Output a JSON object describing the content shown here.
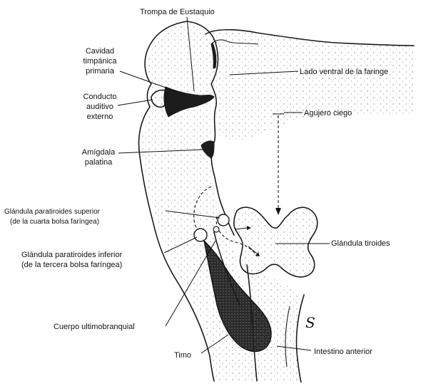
{
  "labels": {
    "trompa_eustaquio": "Trompa de Eustaquio",
    "cavidad_1": "Cavidad",
    "cavidad_2": "timpánica",
    "cavidad_3": "primaria",
    "conducto_1": "Conducto",
    "conducto_2": "auditivo",
    "conducto_3": "externo",
    "amigdala_1": "Amígdala",
    "amigdala_2": "palatina",
    "lado_ventral": "Lado ventral de la faringe",
    "agujero_ciego": "Agujero ciego",
    "paratiroides_sup_1": "Glándula paratiroides superior",
    "paratiroides_sup_2": "(de la cuarta bolsa faríngea)",
    "paratiroides_inf_1": "Glándula paratiroides inferior",
    "paratiroides_inf_2": "(de la tercera bolsa faríngea)",
    "tiroides": "Glándula tiroides",
    "ultimobranquial": "Cuerpo ultimobranquial",
    "timo": "Timo",
    "intestino": "Intestino anterior",
    "handwritten_mark": "S"
  }
}
